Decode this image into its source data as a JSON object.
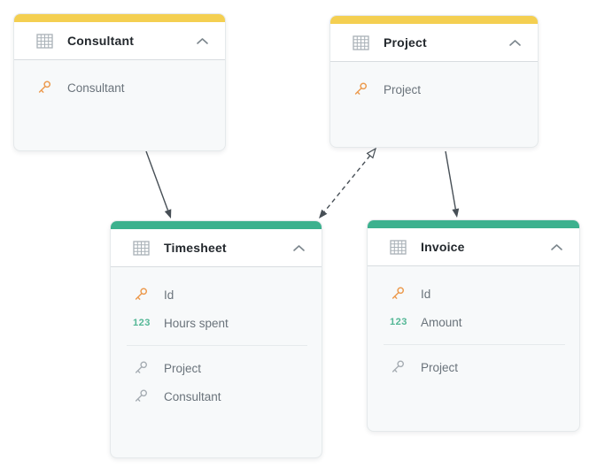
{
  "canvas": {
    "number_type_label": "123",
    "entities": [
      {
        "title": "Consultant",
        "accent": "#F4CF51",
        "groups": [
          {
            "fields": [
              {
                "icon": "primary-key-icon",
                "label": "Consultant"
              }
            ]
          }
        ]
      },
      {
        "title": "Project",
        "accent": "#F4CF51",
        "groups": [
          {
            "fields": [
              {
                "icon": "primary-key-icon",
                "label": "Project"
              }
            ]
          }
        ]
      },
      {
        "title": "Timesheet",
        "accent": "#3CB18E",
        "groups": [
          {
            "fields": [
              {
                "icon": "primary-key-icon",
                "label": "Id"
              },
              {
                "icon": "number-icon",
                "label": "Hours spent"
              }
            ]
          },
          {
            "fields": [
              {
                "icon": "foreign-key-icon",
                "label": "Project"
              },
              {
                "icon": "foreign-key-icon",
                "label": "Consultant"
              }
            ]
          }
        ]
      },
      {
        "title": "Invoice",
        "accent": "#3CB18E",
        "groups": [
          {
            "fields": [
              {
                "icon": "primary-key-icon",
                "label": "Id"
              },
              {
                "icon": "number-icon",
                "label": "Amount"
              }
            ]
          },
          {
            "fields": [
              {
                "icon": "foreign-key-icon",
                "label": "Project"
              }
            ]
          }
        ]
      }
    ],
    "relationships": [
      {
        "from": "Consultant",
        "to": "Timesheet",
        "line": "solid",
        "to_head": "filled-arrow"
      },
      {
        "from": "Project",
        "to": "Timesheet",
        "line": "dashed",
        "from_head": "open-triangle",
        "to_head": "filled-arrow"
      },
      {
        "from": "Project",
        "to": "Invoice",
        "line": "solid",
        "to_head": "filled-arrow"
      }
    ],
    "colors": {
      "accent_yellow": "#F4CF51",
      "accent_green": "#3CB18E",
      "primary_key": "#EC9B4F",
      "foreign_key": "#A6ADB3",
      "number_type": "#53B795",
      "arrow": "#474F56",
      "card_body_bg": "#F7F9FA",
      "header_bg": "#FFFFFF"
    }
  }
}
